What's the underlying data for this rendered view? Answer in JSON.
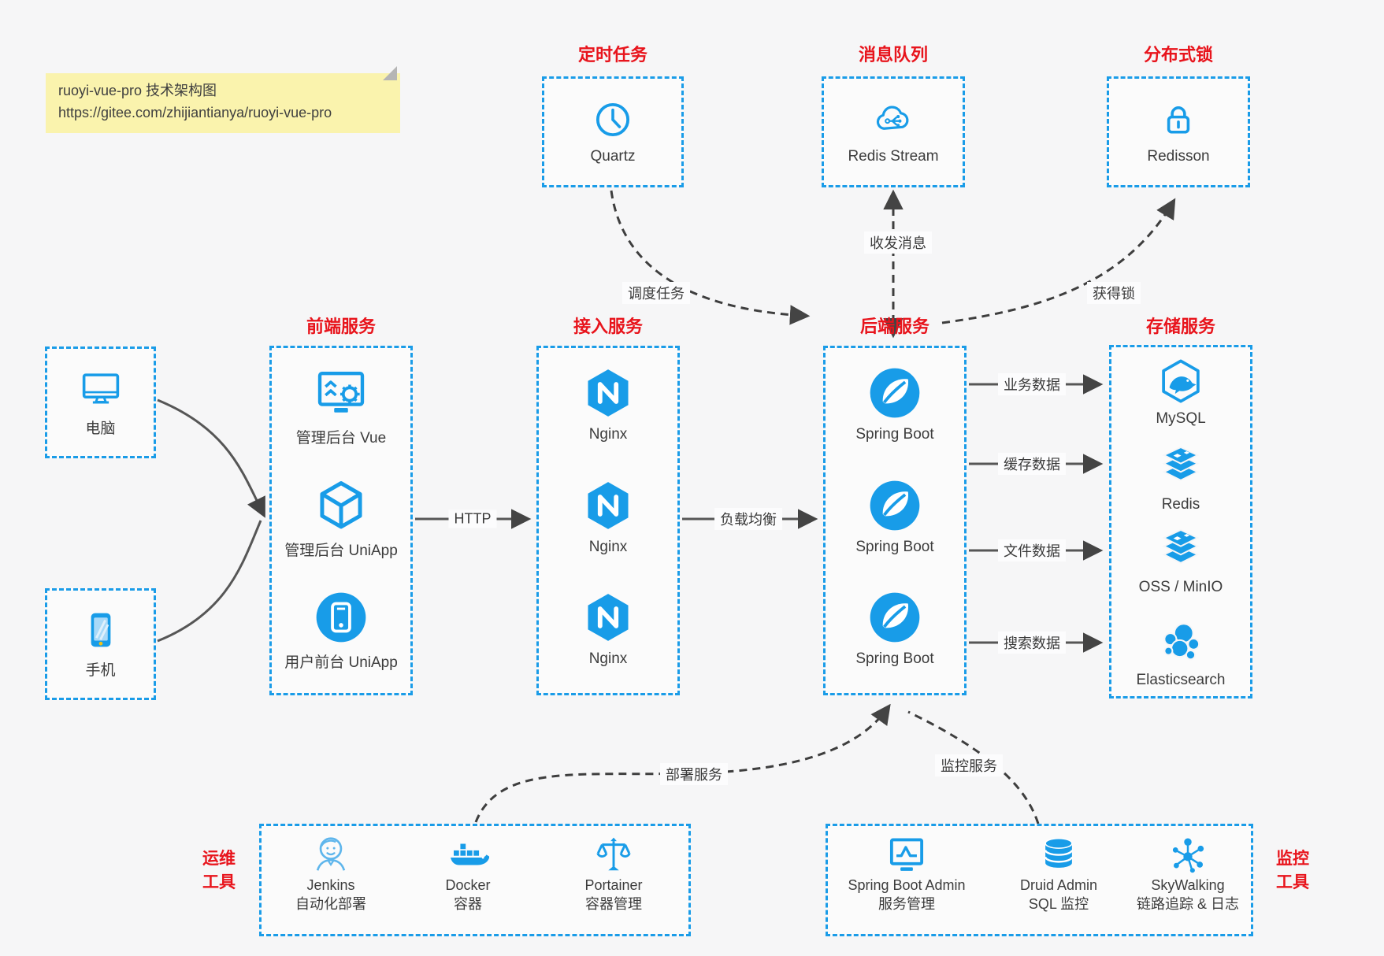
{
  "note": {
    "line1": "ruoyi-vue-pro 技术架构图",
    "line2": "https://gitee.com/zhijiantianya/ruoyi-vue-pro"
  },
  "colors": {
    "accent_blue": "#1A9CE8",
    "title_red": "#E8141C",
    "arrow_gray": "#565656",
    "dashed_arrow": "#3E3E3E",
    "note_bg": "#FAF3AD"
  },
  "top_groups": [
    {
      "title": "定时任务",
      "icon": "clock-icon",
      "label": "Quartz"
    },
    {
      "title": "消息队列",
      "icon": "cloud-stream-icon",
      "label": "Redis Stream"
    },
    {
      "title": "分布式锁",
      "icon": "lock-icon",
      "label": "Redisson"
    }
  ],
  "clients": [
    {
      "icon": "computer-icon",
      "label": "电脑"
    },
    {
      "icon": "phone-icon",
      "label": "手机"
    }
  ],
  "columns": [
    {
      "title": "前端服务",
      "items": [
        {
          "icon": "admin-vue-icon",
          "label": "管理后台 Vue"
        },
        {
          "icon": "uniapp-cube-icon",
          "label": "管理后台 UniApp"
        },
        {
          "icon": "user-app-icon",
          "label": "用户前台 UniApp"
        }
      ]
    },
    {
      "title": "接入服务",
      "items": [
        {
          "icon": "nginx-icon",
          "label": "Nginx"
        },
        {
          "icon": "nginx-icon",
          "label": "Nginx"
        },
        {
          "icon": "nginx-icon",
          "label": "Nginx"
        }
      ]
    },
    {
      "title": "后端服务",
      "items": [
        {
          "icon": "spring-boot-icon",
          "label": "Spring Boot"
        },
        {
          "icon": "spring-boot-icon",
          "label": "Spring Boot"
        },
        {
          "icon": "spring-boot-icon",
          "label": "Spring Boot"
        }
      ]
    },
    {
      "title": "存储服务",
      "items": [
        {
          "icon": "mysql-icon",
          "label": "MySQL"
        },
        {
          "icon": "layer-stack-icon",
          "label": "Redis"
        },
        {
          "icon": "layer-stack-icon",
          "label": "OSS / MinIO"
        },
        {
          "icon": "elasticsearch-icon",
          "label": "Elasticsearch"
        }
      ]
    }
  ],
  "bottom_groups": [
    {
      "side": {
        "line1": "运维",
        "line2": "工具"
      },
      "items": [
        {
          "icon": "jenkins-icon",
          "name": "Jenkins",
          "desc": "自动化部署"
        },
        {
          "icon": "docker-icon",
          "name": "Docker",
          "desc": "容器"
        },
        {
          "icon": "portainer-icon",
          "name": "Portainer",
          "desc": "容器管理"
        }
      ]
    },
    {
      "side": {
        "line1": "监控",
        "line2": "工具"
      },
      "items": [
        {
          "icon": "spring-boot-admin-icon",
          "name": "Spring Boot Admin",
          "desc": "服务管理"
        },
        {
          "icon": "druid-icon",
          "name": "Druid Admin",
          "desc": "SQL 监控"
        },
        {
          "icon": "skywalking-icon",
          "name": "SkyWalking",
          "desc": "链路追踪 & 日志"
        }
      ]
    }
  ],
  "edges": {
    "http": "HTTP",
    "load_balance": "负载均衡",
    "data": [
      "业务数据",
      "缓存数据",
      "文件数据",
      "搜索数据"
    ],
    "schedule": "调度任务",
    "messages": "收发消息",
    "get_lock": "获得锁",
    "deploy": "部署服务",
    "monitor": "监控服务"
  }
}
